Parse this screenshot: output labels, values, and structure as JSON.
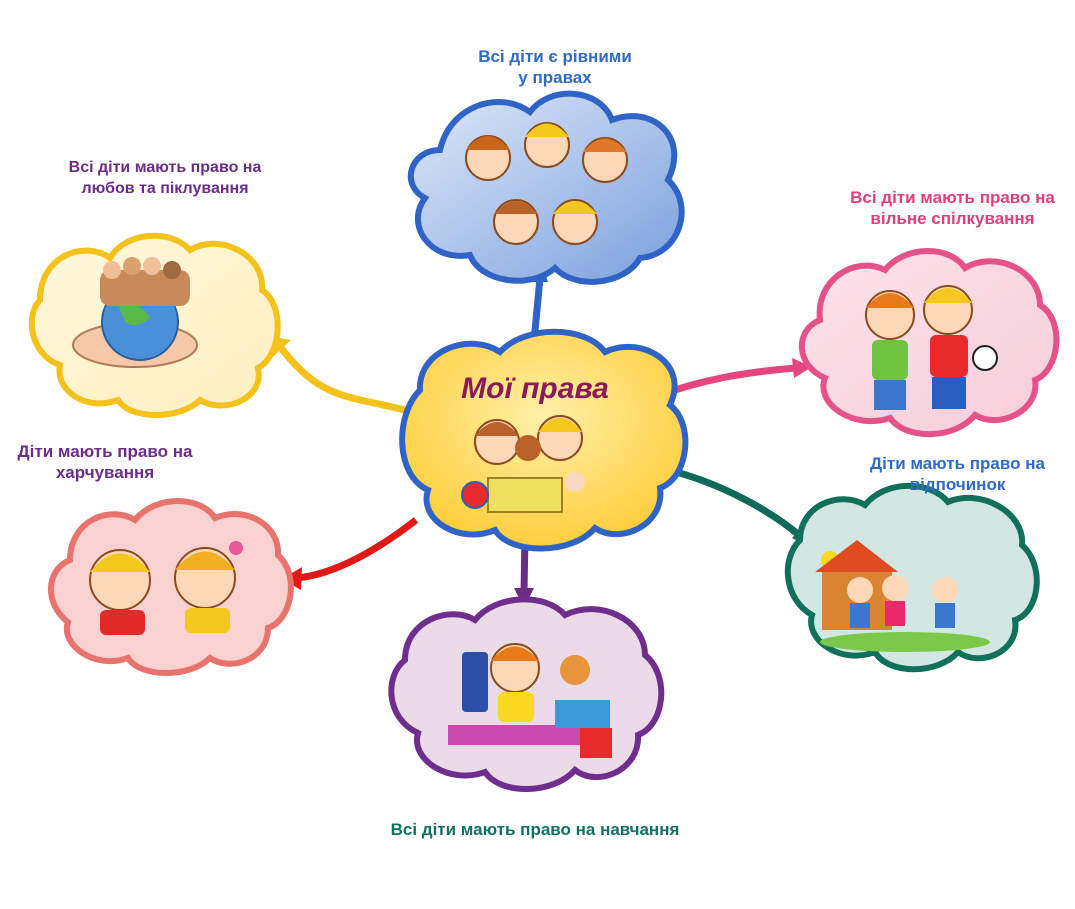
{
  "center": {
    "title": "Мої права",
    "title_color": "#8a1a5a",
    "fill": "#ffd24a",
    "border": "#2f63c6"
  },
  "nodes": [
    {
      "id": "equal",
      "lines": [
        "Всі діти є рівними",
        "у правах"
      ],
      "color": "#2f6bc4",
      "border": "#2f63c6",
      "fill": "#b8cdef",
      "icon": "group-of-children-faces"
    },
    {
      "id": "love",
      "lines": [
        "Всі діти мають право на",
        "любов та піклування"
      ],
      "color": "#6b2d8a",
      "border": "#f5c21c",
      "fill": "#fff3c6",
      "icon": "hands-holding-globe-with-children"
    },
    {
      "id": "communication",
      "lines": [
        "Всі діти мають право на",
        "вільне спілкування"
      ],
      "color": "#e23e7a",
      "border": "#e5528a",
      "fill": "#fadde6",
      "icon": "two-boys-with-ball"
    },
    {
      "id": "food",
      "lines": [
        "Діти мають право на",
        "харчування"
      ],
      "color": "#6b2d8a",
      "border": "#e8736c",
      "fill": "#f8d4d2",
      "icon": "children-eating"
    },
    {
      "id": "rest",
      "lines": [
        "Діти мають право на",
        "відпочинок"
      ],
      "color": "#2f6bc4",
      "border": "#11705a",
      "fill": "#d4e8e4",
      "icon": "children-playing-outdoors"
    },
    {
      "id": "education",
      "lines": [
        "Всі діти мають право на навчання"
      ],
      "color": "#117060",
      "border": "#6f2d8e",
      "fill": "#ecdbe9",
      "icon": "boy-with-books-and-cat"
    }
  ],
  "arrows": {
    "equal": "#2f63c6",
    "love": "#f5c21c",
    "communication": "#e5457f",
    "food": "#e01818",
    "rest": "#0f6a5a",
    "education": "#6a2d86"
  }
}
